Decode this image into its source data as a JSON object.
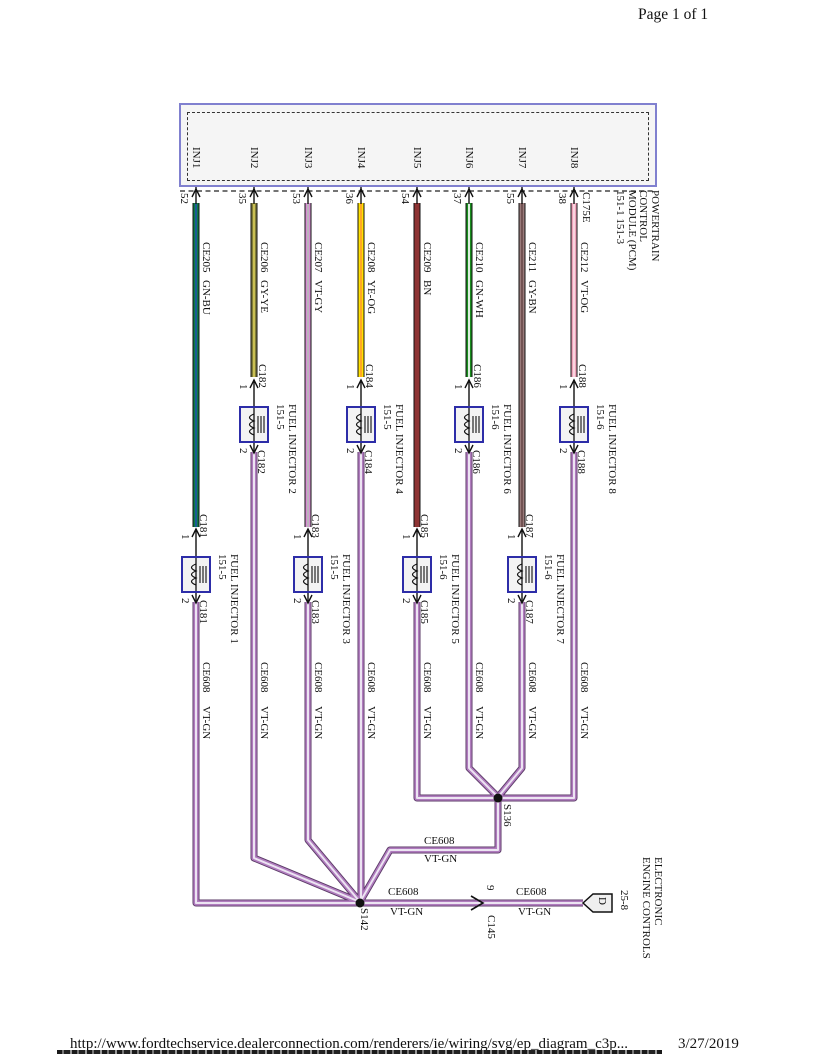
{
  "page": {
    "header": "Page 1 of 1",
    "footer_url": "http://www.fordtechservice.dealerconnection.com/renderers/ie/wiring/svg/ep_diagram_c3p...",
    "footer_date": "3/27/2019"
  },
  "pcm": {
    "name": "POWERTRAIN\nCONTROL\nMODULE (PCM)\n151-1   151-3",
    "connector": "C175E"
  },
  "columns": [
    {
      "pcm_pin_label": "INJ1",
      "pcm_pin": "52",
      "circuit": "CE205",
      "wire_color": "GN-BU",
      "pin1": "1",
      "pin2": "2",
      "connector": "C181",
      "device": "FUEL INJECTOR 1",
      "device_ref": "151-5",
      "out_circuit": "CE608",
      "out_color": "VT-GN"
    },
    {
      "pcm_pin_label": "INJ2",
      "pcm_pin": "35",
      "circuit": "CE206",
      "wire_color": "GY-YE",
      "pin1": "1",
      "pin2": "2",
      "connector": "C182",
      "device": "FUEL INJECTOR 2",
      "device_ref": "151-5",
      "out_circuit": "CE608",
      "out_color": "VT-GN"
    },
    {
      "pcm_pin_label": "INJ3",
      "pcm_pin": "53",
      "circuit": "CE207",
      "wire_color": "VT-GY",
      "pin1": "1",
      "pin2": "2",
      "connector": "C183",
      "device": "FUEL INJECTOR 3",
      "device_ref": "151-5",
      "out_circuit": "CE608",
      "out_color": "VT-GN"
    },
    {
      "pcm_pin_label": "INJ4",
      "pcm_pin": "36",
      "circuit": "CE208",
      "wire_color": "YE-OG",
      "pin1": "1",
      "pin2": "2",
      "connector": "C184",
      "device": "FUEL INJECTOR 4",
      "device_ref": "151-5",
      "out_circuit": "CE608",
      "out_color": "VT-GN"
    },
    {
      "pcm_pin_label": "INJ5",
      "pcm_pin": "54",
      "circuit": "CE209",
      "wire_color": "BN",
      "pin1": "1",
      "pin2": "2",
      "connector": "C185",
      "device": "FUEL INJECTOR 5",
      "device_ref": "151-6",
      "out_circuit": "CE608",
      "out_color": "VT-GN"
    },
    {
      "pcm_pin_label": "INJ6",
      "pcm_pin": "37",
      "circuit": "CE210",
      "wire_color": "GN-WH",
      "pin1": "1",
      "pin2": "2",
      "connector": "C186",
      "device": "FUEL INJECTOR 6",
      "device_ref": "151-6",
      "out_circuit": "CE608",
      "out_color": "VT-GN"
    },
    {
      "pcm_pin_label": "INJ7",
      "pcm_pin": "55",
      "circuit": "CE211",
      "wire_color": "GY-BN",
      "pin1": "1",
      "pin2": "2",
      "connector": "C187",
      "device": "FUEL INJECTOR 7",
      "device_ref": "151-6",
      "out_circuit": "CE608",
      "out_color": "VT-GN"
    },
    {
      "pcm_pin_label": "INJ8",
      "pcm_pin": "38",
      "circuit": "CE212",
      "wire_color": "VT-OG",
      "pin1": "1",
      "pin2": "2",
      "connector": "C188",
      "device": "FUEL INJECTOR 8",
      "device_ref": "151-6",
      "out_circuit": "CE608",
      "out_color": "VT-GN"
    }
  ],
  "splices": {
    "s136": "S136",
    "s142": "S142"
  },
  "splice_wire": {
    "circuit": "CE608",
    "color": "VT-GN"
  },
  "output_wire": {
    "circuit": "CE608",
    "color": "VT-GN",
    "pin": "9",
    "connector": "C145",
    "circuit2": "CE608",
    "color2": "VT-GN",
    "dest_code": "D",
    "dest_ref": "25-8",
    "dest_name": "ELECTRONIC\nENGINE CONTROLS"
  },
  "colors": {
    "pcm_border": "#8080cf",
    "injector_border": "#2d2da8",
    "gn_bu": [
      "#0d7a47",
      "#2055a4"
    ],
    "gy_ye": [
      "#827e3a",
      "#d6cc58"
    ],
    "vt_gy": [
      "#d78fd2",
      "#b8b8b8"
    ],
    "ye_og": [
      "#ffe100",
      "#ff9e2a"
    ],
    "bn": [
      "#8e3434",
      "#8e3434"
    ],
    "gn_wh": [
      "#1a8f1f",
      "#ffffff"
    ],
    "gy_bn": [
      "#997a7a",
      "#6b4c4c"
    ],
    "vt_og": [
      "#efa3ba",
      "#fbdde6"
    ],
    "vt_gn": [
      "#b07cbe",
      "#ece4f2"
    ]
  }
}
